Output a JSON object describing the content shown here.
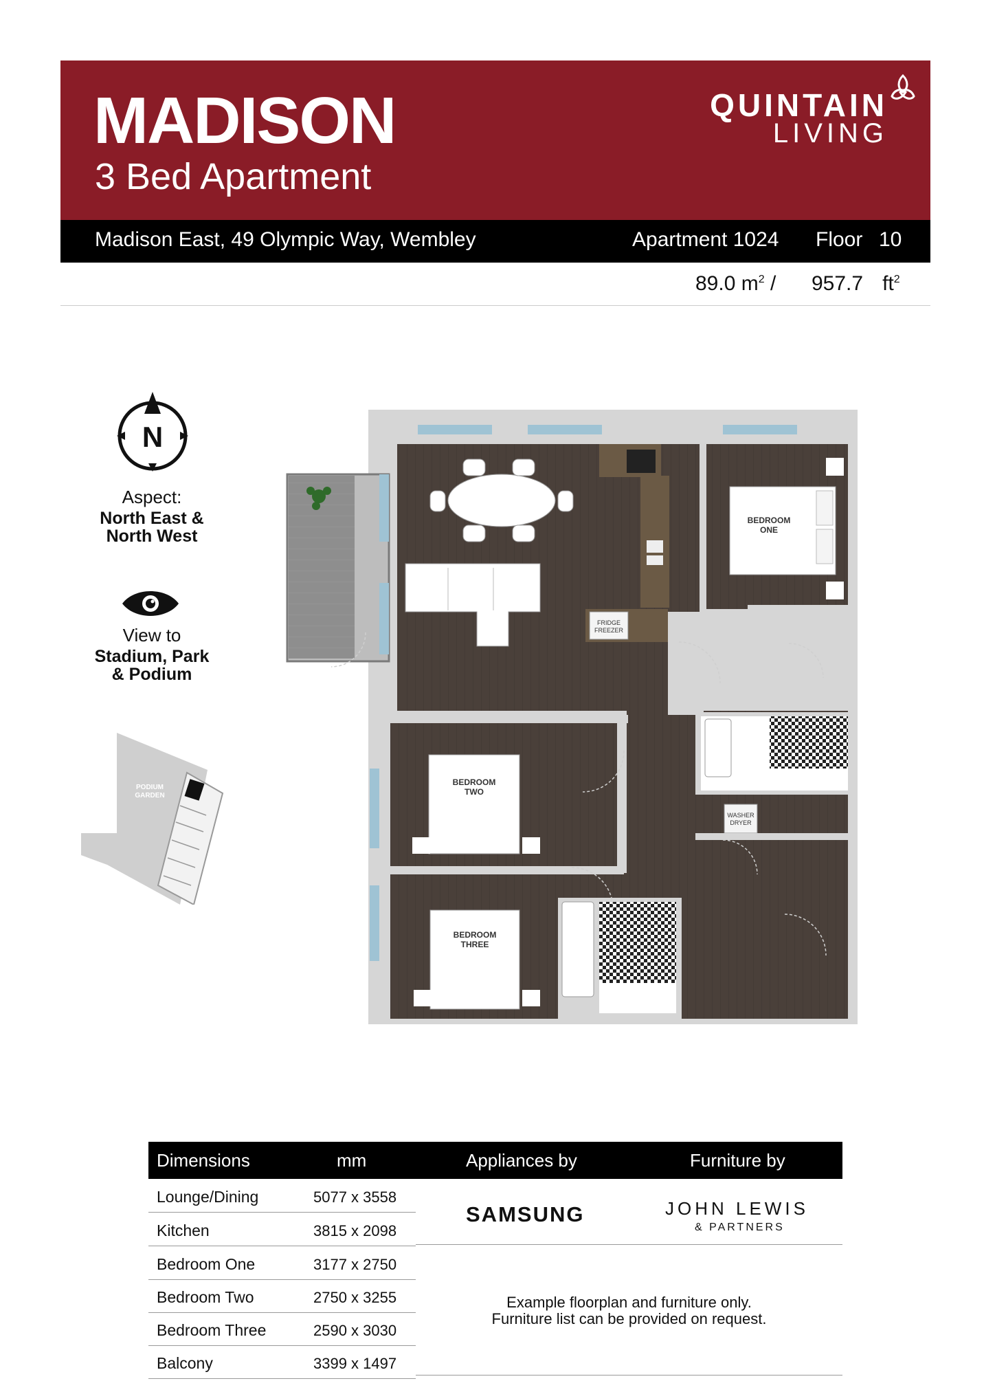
{
  "header": {
    "title": "MADISON",
    "subtitle": "3 Bed Apartment",
    "brand_line1": "QUINTAIN",
    "brand_line2": "LIVING",
    "color": "#8a1c27"
  },
  "info_bar": {
    "address": "Madison East, 49 Olympic Way, Wembley",
    "apartment": "Apartment 1024",
    "floor_label": "Floor",
    "floor_value": "10"
  },
  "area": {
    "sqm": "89.0 m",
    "sqm_sup": "2",
    "slash": " /",
    "sqft": "957.7",
    "sqft_unit": "ft",
    "sqft_sup": "2"
  },
  "compass": {
    "letter": "N"
  },
  "aspect": {
    "label": "Aspect:",
    "line1": "North East &",
    "line2": "North West"
  },
  "view": {
    "label": "View to",
    "line1": "Stadium, Park",
    "line2": "& Podium"
  },
  "siteplan": {
    "garden_line1": "PODIUM",
    "garden_line2": "GARDEN"
  },
  "floorplan": {
    "rooms": {
      "bedroom_one_1": "BEDROOM",
      "bedroom_one_2": "ONE",
      "bedroom_two_1": "BEDROOM",
      "bedroom_two_2": "TWO",
      "bedroom_three_1": "BEDROOM",
      "bedroom_three_2": "THREE",
      "fridge_1": "FRIDGE",
      "fridge_2": "FREEZER",
      "washer_1": "WASHER",
      "washer_2": "DRYER"
    },
    "floor_color": "#4a403a",
    "wall_color": "#d6d6d6"
  },
  "table": {
    "headers": {
      "dimensions": "Dimensions",
      "mm": "mm",
      "appliances": "Appliances by",
      "furniture": "Furniture by"
    },
    "rows": [
      {
        "name": "Lounge/Dining",
        "value": "5077 x 3558"
      },
      {
        "name": "Kitchen",
        "value": "3815 x 2098"
      },
      {
        "name": "Bedroom One",
        "value": "3177 x 2750"
      },
      {
        "name": "Bedroom Two",
        "value": "2750 x 3255"
      },
      {
        "name": "Bedroom Three",
        "value": "2590 x 3030"
      },
      {
        "name": "Balcony",
        "value": "3399 x 1497"
      }
    ],
    "appliance_brand": "SAMSUNG",
    "furniture_brand_1": "JOHN LEWIS",
    "furniture_brand_2": "& PARTNERS",
    "note_1": "Example floorplan and furniture only.",
    "note_2": "Furniture list can be provided on request."
  }
}
